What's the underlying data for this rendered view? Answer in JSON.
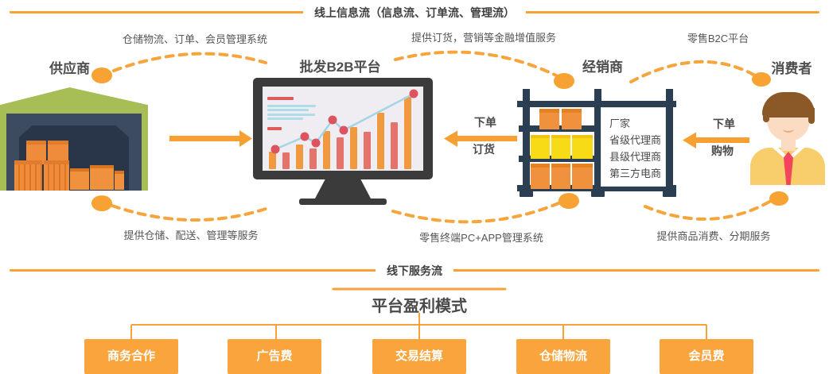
{
  "title_flows": {
    "online": "线上信息流（信息流、订单流、管理流）",
    "offline": "线下服务流"
  },
  "entities": {
    "supplier": "供应商",
    "platform": "批发B2B平台",
    "distributor": "经销商",
    "consumer": "消费者"
  },
  "service_labels": {
    "supplier_to_platform": "仓储物流、订单、会员管理系统",
    "platform_to_distributor": "提供订货，营销等金融增值服务",
    "distributor_to_consumer": "零售B2C平台",
    "platform_to_supplier": "提供仓储、配送、管理等服务",
    "distributor_to_platform": "零售终端PC+APP管理系统",
    "consumer_to_distributor": "提供商品消费、分期服务"
  },
  "order_arrows": {
    "distributor_line1": "下单",
    "distributor_line2": "订货",
    "consumer_line1": "下单",
    "consumer_line2": "购物"
  },
  "distributor_card": {
    "lines": [
      "厂家",
      "省级代理商",
      "县级代理商",
      "第三方电商"
    ]
  },
  "profit_model": {
    "title": "平台盈利模式",
    "items": [
      "商务合作",
      "广告费",
      "交易结算",
      "仓储物流",
      "会员费"
    ]
  },
  "colors": {
    "accent_orange": "#F7A233",
    "profit_box_orange": "#F9A43C",
    "shelf_navy": "#2C3E52",
    "warehouse_green": "#A6BE55",
    "text_dark": "#4A4A4A"
  },
  "chart_data": {
    "type": "bar",
    "values": [
      22,
      21,
      31,
      26,
      48,
      40,
      53,
      47,
      71,
      59,
      91
    ],
    "bar_colors_alternate": [
      "#F0993F",
      "#E4746B"
    ],
    "line_points": [
      [
        16,
        79
      ],
      [
        53,
        63
      ],
      [
        67,
        71
      ],
      [
        88,
        42
      ],
      [
        102,
        55
      ],
      [
        190,
        9
      ]
    ],
    "line_color": "#A3D5E4",
    "dot_color": "#DC5460"
  }
}
